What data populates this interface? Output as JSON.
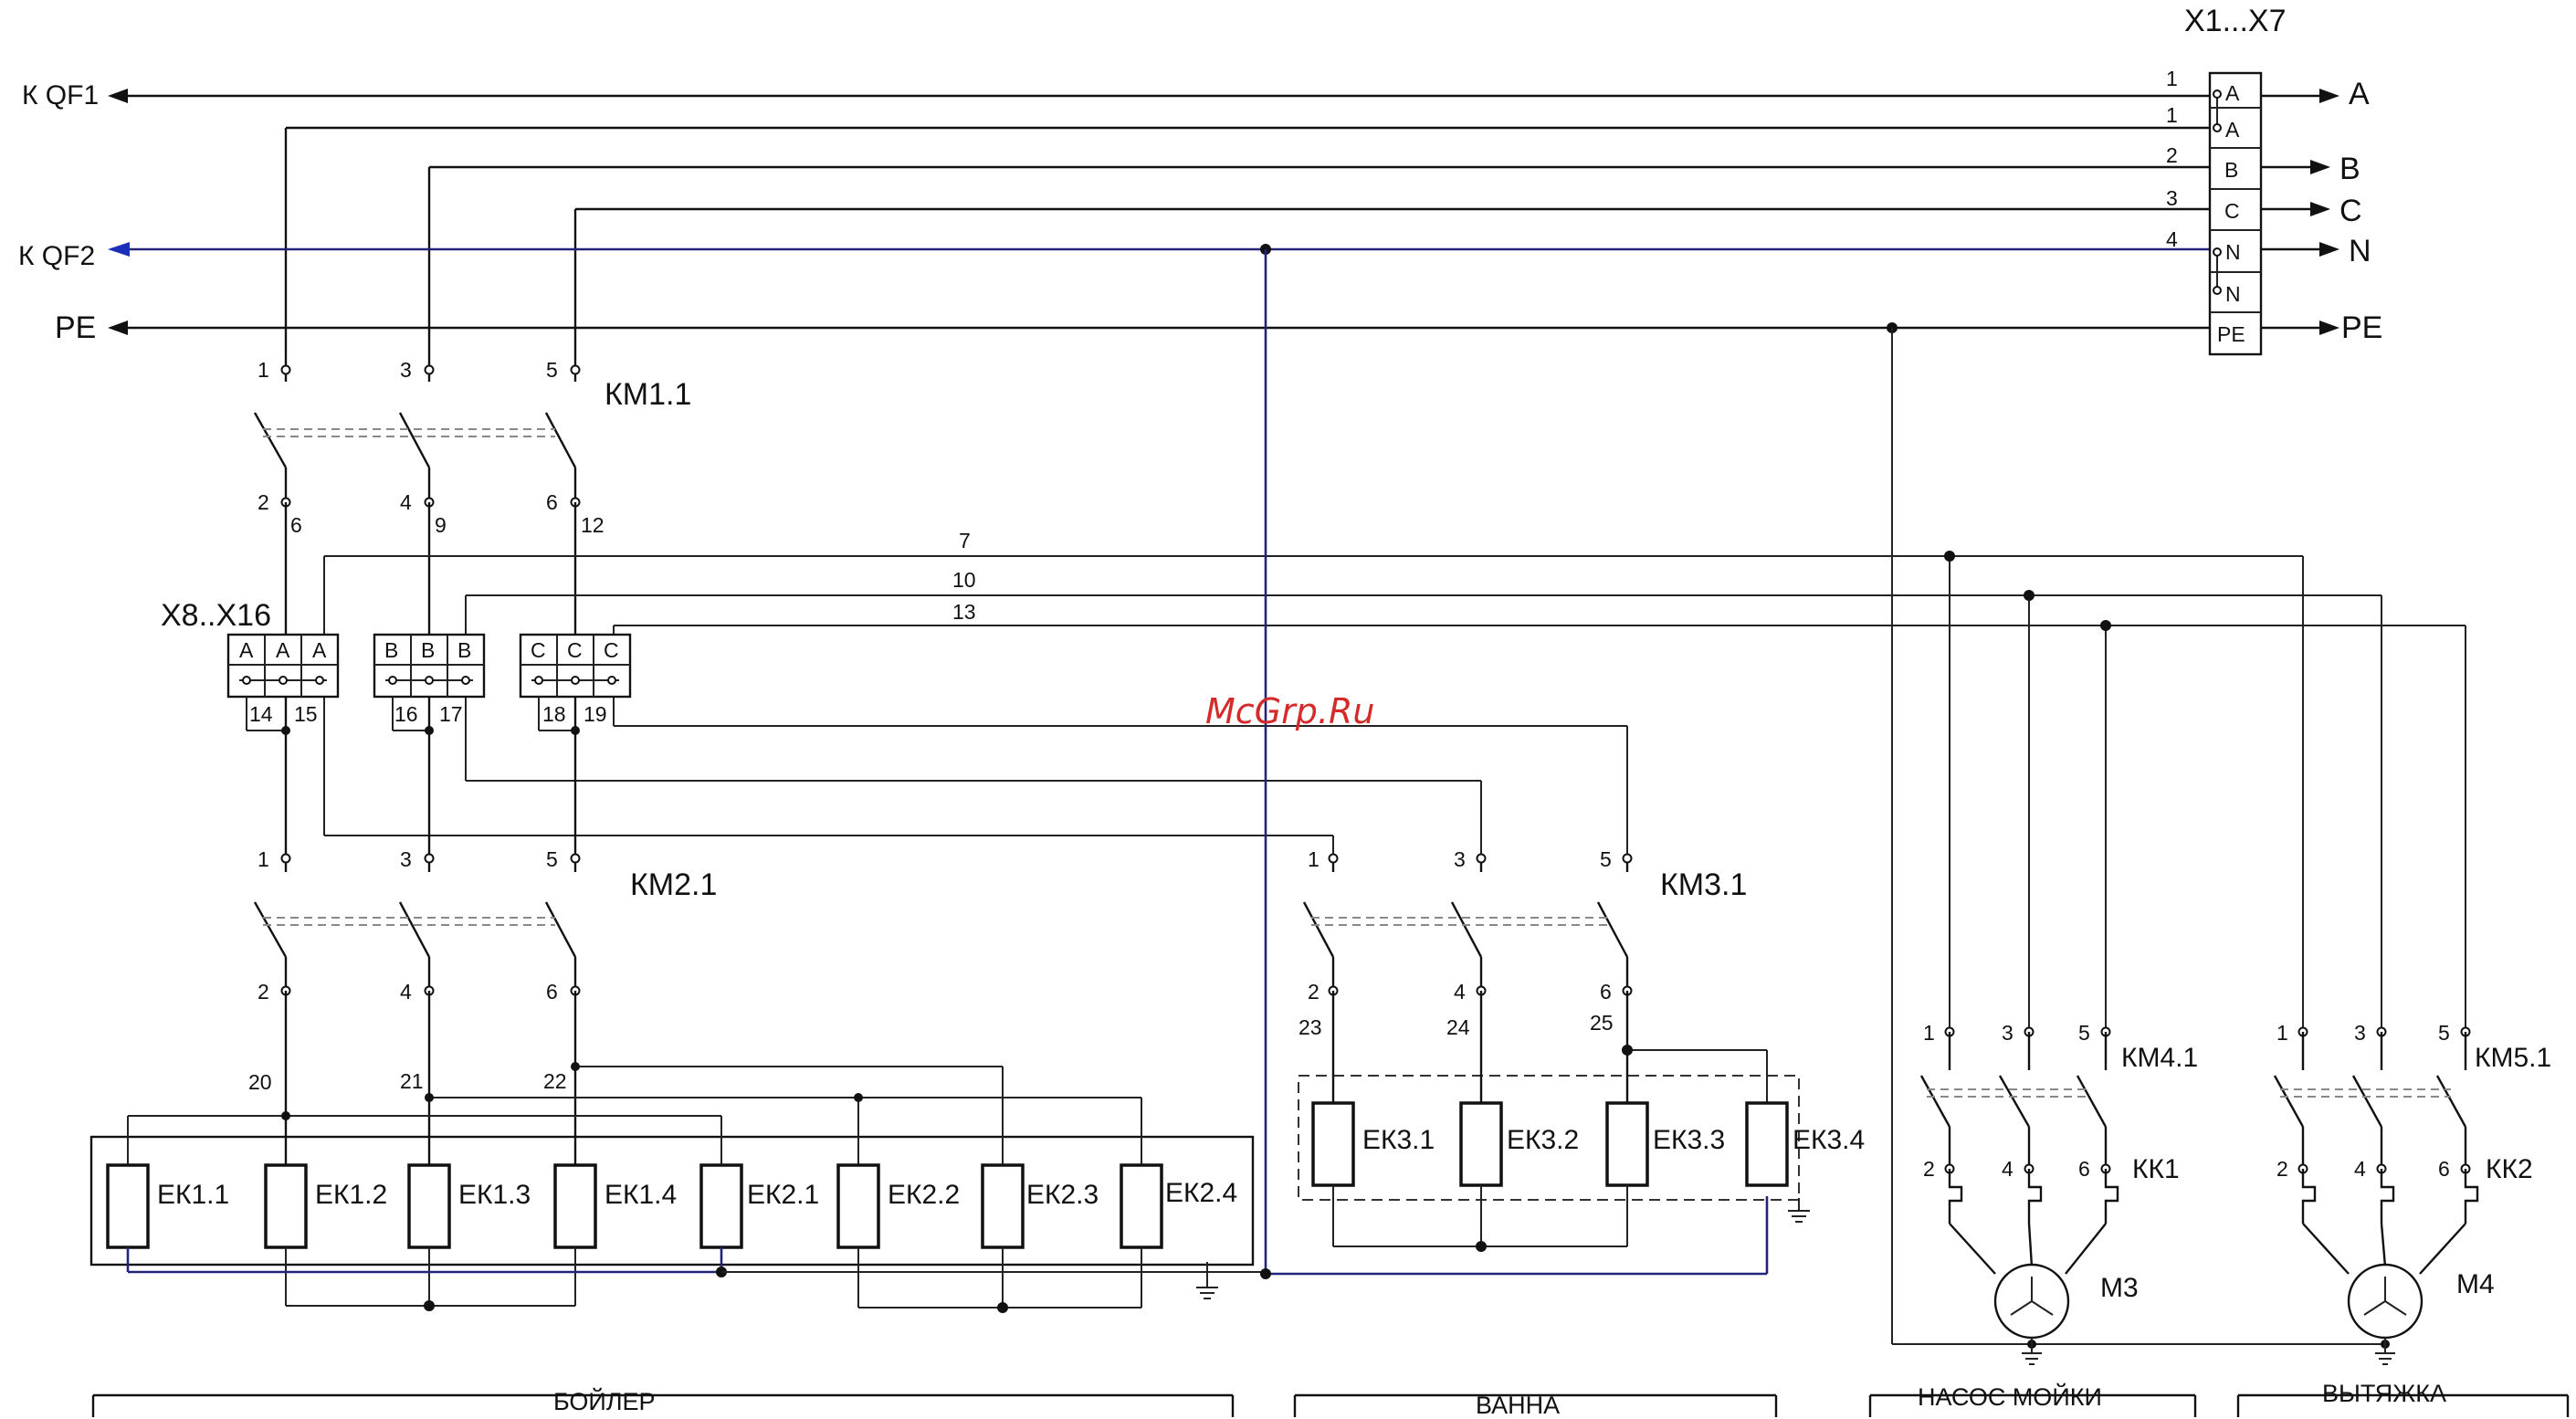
{
  "terminal_block_title": "X1...X7",
  "terminal_strip_title": "X8..X16",
  "left_lines": {
    "qf1": "К QF1",
    "qf2": "К QF2",
    "pe": "PE"
  },
  "right_lines": {
    "a": "A",
    "b": "B",
    "c": "C",
    "n": "N",
    "pe": "PE"
  },
  "terminals_x1": [
    {
      "num": "1",
      "label": "A"
    },
    {
      "num": "1",
      "label": "A"
    },
    {
      "num": "2",
      "label": "B"
    },
    {
      "num": "3",
      "label": "C"
    },
    {
      "num": "4",
      "label": "N"
    },
    {
      "num": "",
      "label": "N"
    },
    {
      "num": "",
      "label": "PE"
    }
  ],
  "strip_a": [
    "A",
    "A",
    "A"
  ],
  "strip_b": [
    "B",
    "B",
    "B"
  ],
  "strip_c": [
    "C",
    "C",
    "C"
  ],
  "strip_nums": [
    "14",
    "15",
    "16",
    "17",
    "18",
    "19"
  ],
  "contactors": {
    "km1": "КМ1.1",
    "km2": "КМ2.1",
    "km3": "КМ3.1",
    "km4": "КМ4.1",
    "km5": "КМ5.1"
  },
  "pins": {
    "p1": "1",
    "p2": "2",
    "p3": "3",
    "p4": "4",
    "p5": "5",
    "p6": "6"
  },
  "wire_numbers": {
    "w6": "6",
    "w9": "9",
    "w12": "12",
    "w7": "7",
    "w10": "10",
    "w13": "13",
    "w20": "20",
    "w21": "21",
    "w22": "22",
    "w23": "23",
    "w24": "24",
    "w25": "25"
  },
  "heaters_boiler": [
    "ЕК1.1",
    "ЕК1.2",
    "ЕК1.3",
    "ЕК1.4",
    "ЕК2.1",
    "ЕК2.2",
    "ЕК2.3",
    "ЕК2.4"
  ],
  "heaters_bath": [
    "ЕК3.1",
    "ЕК3.2",
    "ЕК3.3",
    "ЕК3.4"
  ],
  "thermal_relays": {
    "kk1": "КК1",
    "kk2": "КК2"
  },
  "motors": {
    "m3": "М3",
    "m4": "М4"
  },
  "sections": {
    "boiler": "БОЙЛЕР",
    "bath": "ВАННА",
    "pump": "НАСОС МОЙКИ",
    "hood": "ВЫТЯЖКА"
  },
  "watermark": "McGrp.Ru",
  "colors": {
    "wire": "#111111",
    "neutral_wire": "#23237a",
    "qf2_arrow": "#1c2fb8",
    "watermark": "#d42a2a"
  }
}
